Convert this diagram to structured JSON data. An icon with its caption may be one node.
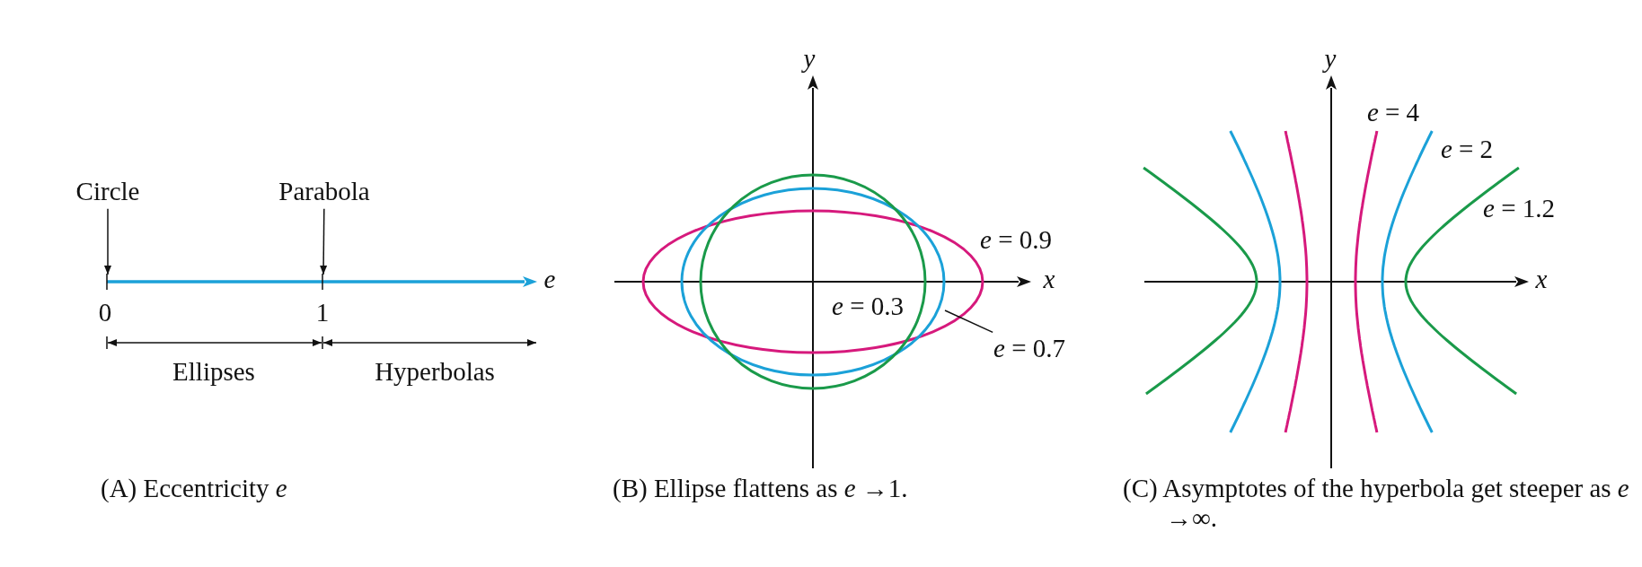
{
  "diagram": {
    "nodes": [
      {
        "text": [
          "Circle"
        ]
      },
      {
        "text": [
          "Parabola"
        ]
      },
      {
        "text": [
          "*e* = 0.7"
        ]
      }
    ],
    "edges": [
      {
        "from": 0,
        "to": null,
        "arrow": "to"
      },
      {
        "from": 1,
        "to": null,
        "arrow": "to"
      },
      {
        "from": 2,
        "to": null,
        "arrow": "none"
      }
    ],
    "labels": [
      "e",
      "0",
      "1",
      "Ellipses",
      "Hyperbolas",
      "(A) Eccentricity *e*",
      "y",
      "x",
      "*e* = 0.9",
      "*e* = 0.3",
      "(B) Ellipse flattens as *e* →1.",
      "y",
      "*e* = 4",
      "*e* = 2",
      "*e* = 1.2",
      "x",
      "(C) Asymptotes of the hyperbola get steeper as *e* →∞."
    ]
  }
}
